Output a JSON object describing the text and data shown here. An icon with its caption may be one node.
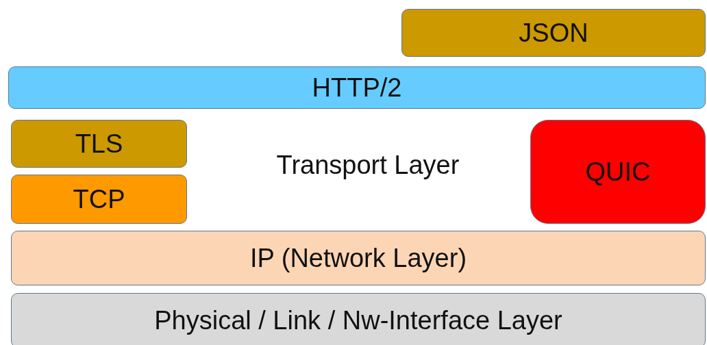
{
  "diagram": {
    "nodes": [
      {
        "text": [
          "JSON"
        ]
      },
      {
        "text": [
          "HTTP/2"
        ]
      },
      {
        "text": [
          "TLS"
        ]
      },
      {
        "text": [
          "TCP"
        ]
      },
      {
        "text": [
          "QUIC"
        ]
      },
      {
        "text": [
          "IP (Network Layer)"
        ]
      },
      {
        "text": [
          "Physical / Link / Nw-Interface Layer"
        ]
      }
    ],
    "labels": [
      "Transport Layer"
    ]
  }
}
